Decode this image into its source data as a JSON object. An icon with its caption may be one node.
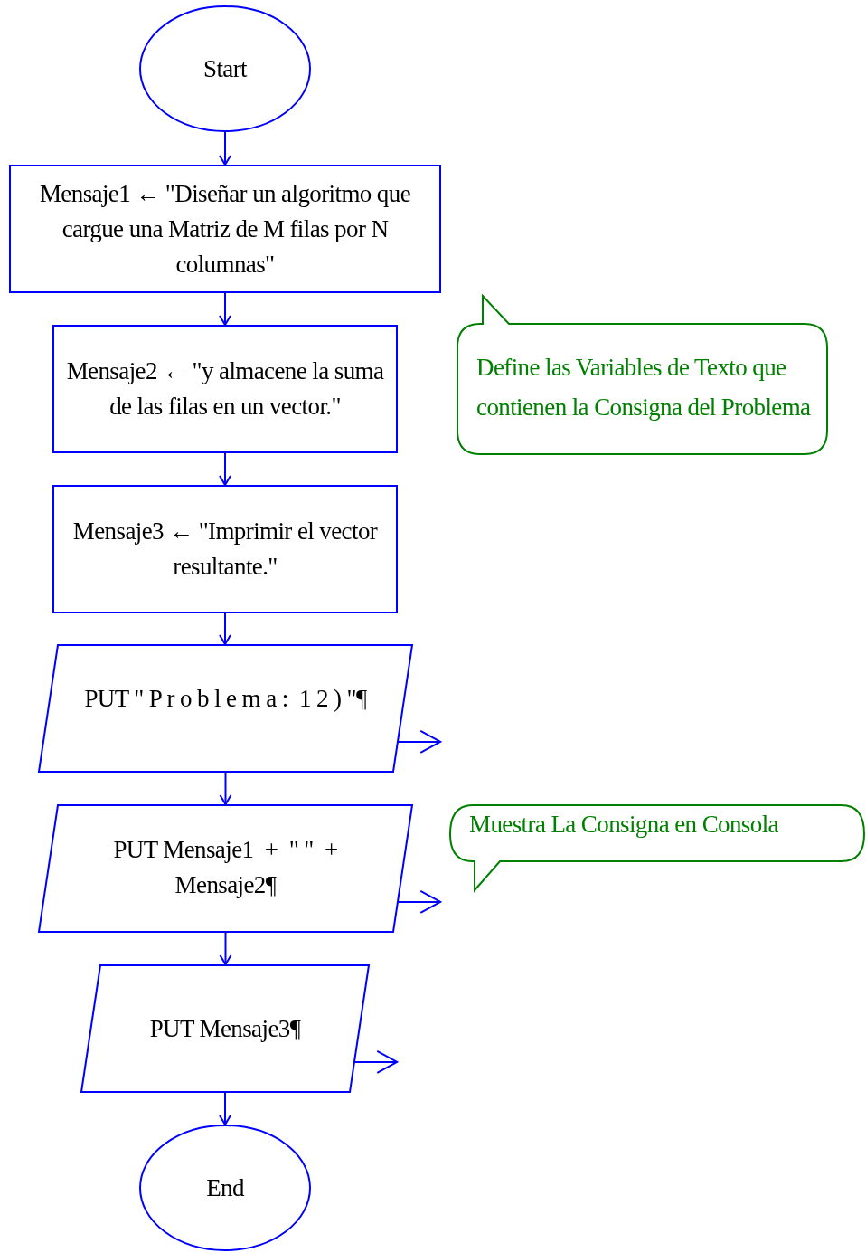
{
  "diagram": {
    "nodes": [
      {
        "text": [
          "Start"
        ]
      },
      {
        "text": [
          "Mensaje1 ← \"Diseñar un algoritmo que cargue una Matriz de M filas por N columnas\""
        ]
      },
      {
        "text": [
          "Mensaje2 ← \"y almacene la suma de las filas en un vector.\""
        ]
      },
      {
        "text": [
          "Mensaje3 ← \"Imprimir el vector resultante.\""
        ]
      },
      {
        "text": [
          "PUT \" P r o b l e m a :  1 2 ) \"¶"
        ]
      },
      {
        "text": [
          "PUT Mensaje1  +  \" \"  +  Mensaje2¶"
        ]
      },
      {
        "text": [
          "PUT Mensaje3¶"
        ]
      },
      {
        "text": [
          "End"
        ]
      },
      {
        "text": [
          "Define las Variables de Texto que contienen la Consigna del Problema"
        ]
      },
      {
        "text": [
          "Muestra La Consigna en Consola"
        ]
      }
    ],
    "edges": [
      {
        "from": 0,
        "to": 1,
        "arrow": "to"
      },
      {
        "from": 1,
        "to": 2,
        "arrow": "to"
      },
      {
        "from": 2,
        "to": 3,
        "arrow": "to"
      },
      {
        "from": 3,
        "to": 4,
        "arrow": "to"
      },
      {
        "from": 4,
        "to": 5,
        "arrow": "to"
      },
      {
        "from": 5,
        "to": 6,
        "arrow": "to"
      },
      {
        "from": 6,
        "to": 7,
        "arrow": "to"
      },
      {
        "from": 4,
        "to": null,
        "arrow": "to"
      },
      {
        "from": 5,
        "to": null,
        "arrow": "to"
      },
      {
        "from": 6,
        "to": null,
        "arrow": "to"
      }
    ]
  }
}
